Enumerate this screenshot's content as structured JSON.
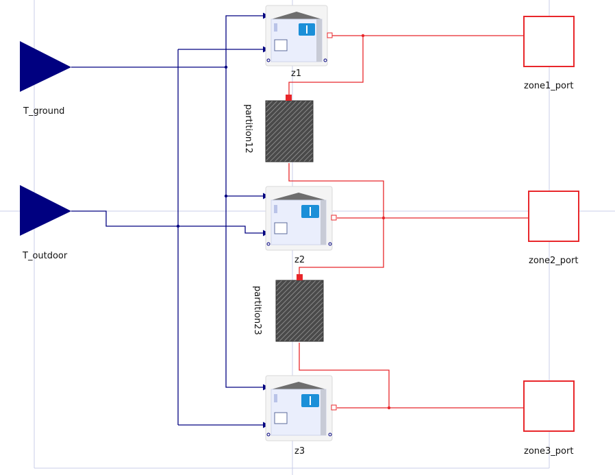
{
  "colors": {
    "signal": "#000080",
    "heat": "#e8262a",
    "grid": "#c9cde8",
    "port": "#e8262a",
    "zone_panel": "#eaeefc",
    "thermo": "#1b8fd8"
  },
  "labels": {
    "t_ground": "T_ground",
    "t_outdoor": "T_outdoor",
    "z1": "z1",
    "z2": "z2",
    "z3": "z3",
    "partition12": "partition12",
    "partition23": "partition23",
    "zone1_port": "zone1_port",
    "zone2_port": "zone2_port",
    "zone3_port": "zone3_port"
  },
  "icons": {
    "source": "triangle-source-icon",
    "zone": "thermal-zone-icon",
    "wall": "hatched-wall-icon",
    "port": "heat-port-icon"
  }
}
